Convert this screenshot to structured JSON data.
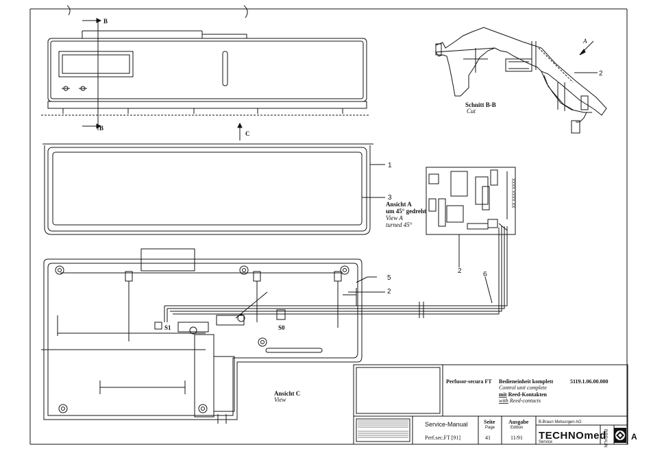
{
  "markers": {
    "b_top": "B",
    "b_bottom": "B",
    "c": "C",
    "a_arrow": "A",
    "corner_a": "A"
  },
  "section": {
    "title": "Schnitt B-B",
    "subtitle": "Cut"
  },
  "view_a": {
    "line1": "Ansicht A",
    "line2": "um 45° gedreht",
    "line3": "View A",
    "line4": "turned 45°"
  },
  "view_c": {
    "line1": "Ansicht C",
    "line2": "View"
  },
  "part_numbers": {
    "p1": "1",
    "p2_section": "2",
    "p2_board": "2",
    "p2_bottom": "2",
    "p3": "3",
    "p5": "5",
    "p6": "6"
  },
  "switch_labels": {
    "s1": "S1",
    "s0": "S0"
  },
  "board_text": "XXXX.XXXX.XX",
  "title_block": {
    "product": "Perfusor-secura FT",
    "title_de": "Bedieneinheit komplett",
    "doc_number": "5119.1.06.00.000",
    "title_en": "Control unit complete",
    "with_de_word": "mit",
    "with_de_rest": " Reed-Kontakten",
    "with_en_word": "with",
    "with_en_rest": " Reed-contacts",
    "manual_label": "Service-Manual",
    "manual_ref": "Perf.sec.FT [91]",
    "seite_label": "Seite",
    "page_label": "Page",
    "page_value": "41",
    "ausgabe_label": "Ausgabe",
    "edition_label": "Edition",
    "edition_value": "11/91",
    "company": "B.Braun Melsungen AG",
    "service": "Service",
    "brand": "TECHNOmed",
    "braun_vertical": "B|BRAUN"
  }
}
